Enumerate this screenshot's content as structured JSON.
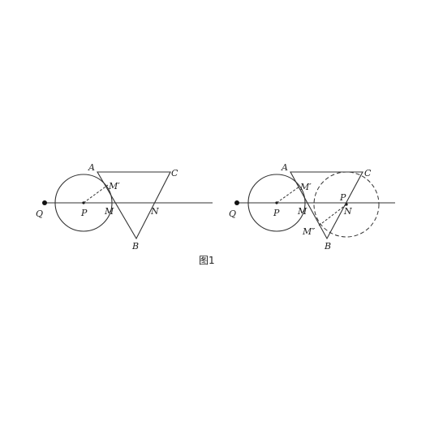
{
  "left_figure": {
    "labels": {
      "A": "A",
      "C": "C",
      "Mp": "M′",
      "Q": "Q",
      "P": "P",
      "M": "M",
      "N": "N",
      "B": "B"
    }
  },
  "right_figure": {
    "labels": {
      "A": "A",
      "C": "C",
      "Mp": "M′",
      "P2": "P",
      "Q": "Q",
      "P": "P",
      "M": "M",
      "N": "N",
      "Mpp": "M″",
      "B": "B"
    }
  },
  "caption": "图1"
}
